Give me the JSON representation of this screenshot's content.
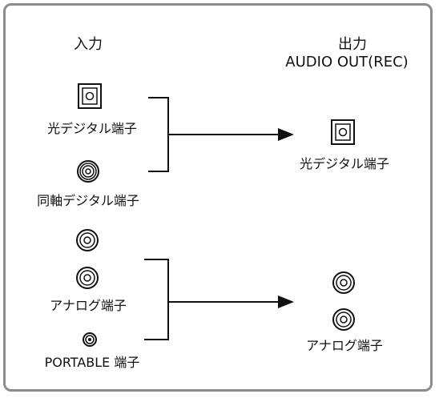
{
  "input": {
    "heading": "入力",
    "optical_label": "光デジタル端子",
    "coaxial_label": "同軸デジタル端子",
    "analog_label": "アナログ端子",
    "portable_label": "PORTABLE 端子"
  },
  "output": {
    "heading": "出力",
    "subheading": "AUDIO OUT(REC)",
    "optical_label": "光デジタル端子",
    "analog_label": "アナログ端子"
  },
  "icons": {
    "optical": "optical-jack-icon",
    "coaxial": "coaxial-jack-icon",
    "rca": "rca-jack-icon",
    "minijack": "portable-jack-icon"
  },
  "colors": {
    "frame": "#8c8c8c",
    "line": "#111111"
  }
}
